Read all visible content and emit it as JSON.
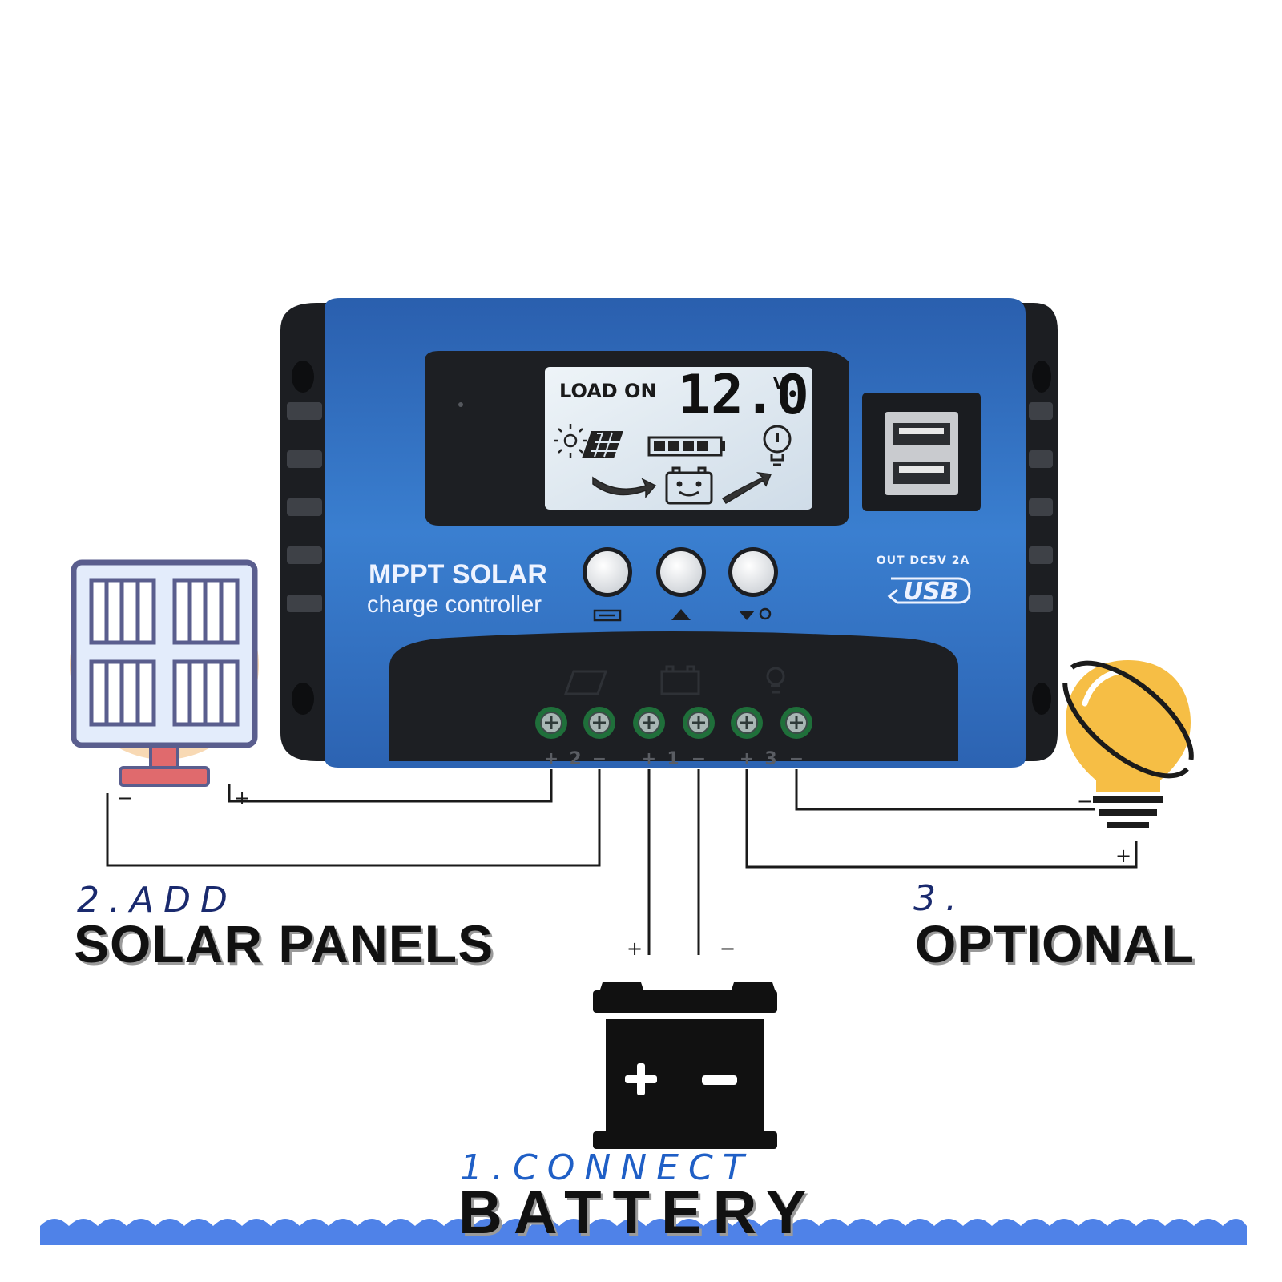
{
  "device": {
    "brand_line1": "MPPT SOLAR",
    "brand_line2": "charge controller",
    "usb_spec": "OUT DC5V 2A",
    "usb_label": "USB",
    "lcd": {
      "status": "LOAD ON",
      "voltage": "12.0",
      "unit": "V"
    },
    "terminal_marks": [
      "+",
      "2",
      "−",
      "+",
      "1",
      "−",
      "+",
      "3",
      "−"
    ]
  },
  "wire_polarity": {
    "solar_minus": "−",
    "solar_plus": "+",
    "battery_plus": "+",
    "battery_minus": "−",
    "load_minus": "−",
    "load_plus": "+"
  },
  "battery_signs": {
    "plus": "+",
    "minus": "−"
  },
  "steps": {
    "solar": {
      "step": "2.ADD",
      "title": "SOLAR PANELS"
    },
    "optional": {
      "step": "3.",
      "title": "OPTIONAL"
    },
    "battery": {
      "step": "1.CONNECT",
      "title": "BATTERY"
    }
  },
  "colors": {
    "body_blue": "#2f6fc0",
    "frame_black": "#1c1e22",
    "lcd_bg": "#dfe9f2",
    "wave_blue": "#4f82e8",
    "bulb_yellow": "#f6be45",
    "panel_blue": "#e3ecfb",
    "stand_red": "#e06a6d"
  }
}
